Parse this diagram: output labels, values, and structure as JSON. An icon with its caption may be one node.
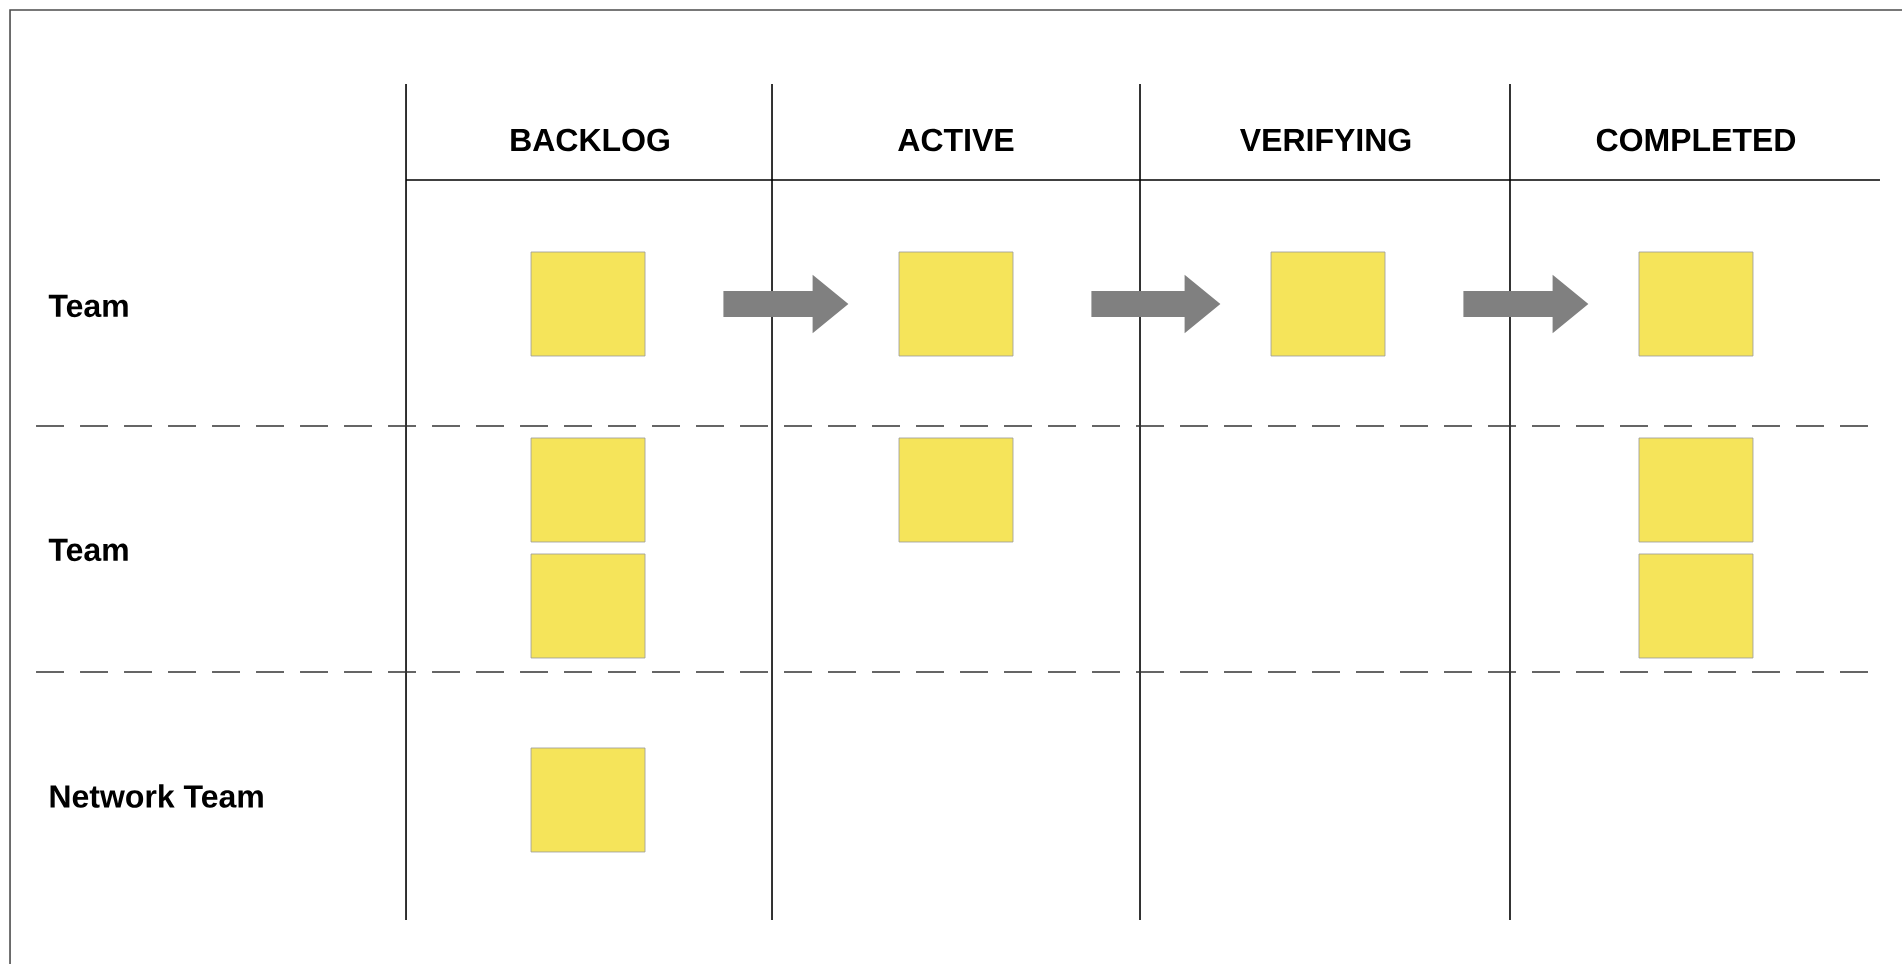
{
  "diagram": {
    "nodes": [
      {
        "text": [],
        "shape": "box"
      },
      {
        "text": [],
        "shape": "box"
      },
      {
        "text": [],
        "shape": "box"
      },
      {
        "text": [],
        "shape": "box"
      },
      {
        "text": [],
        "shape": "box"
      },
      {
        "text": [],
        "shape": "box"
      },
      {
        "text": [],
        "shape": "box"
      },
      {
        "text": [],
        "shape": "box"
      },
      {
        "text": [],
        "shape": "box"
      },
      {
        "text": [],
        "shape": "box"
      }
    ],
    "edges": [
      {
        "from": 0,
        "to": 1,
        "arrow": "to"
      },
      {
        "from": 1,
        "to": 2,
        "arrow": "to"
      },
      {
        "from": 2,
        "to": 3,
        "arrow": "to"
      }
    ],
    "labels": [
      "BACKLOG",
      "ACTIVE",
      "VERIFYING",
      "COMPLETED",
      "Team",
      "Team",
      "Network Team"
    ]
  }
}
